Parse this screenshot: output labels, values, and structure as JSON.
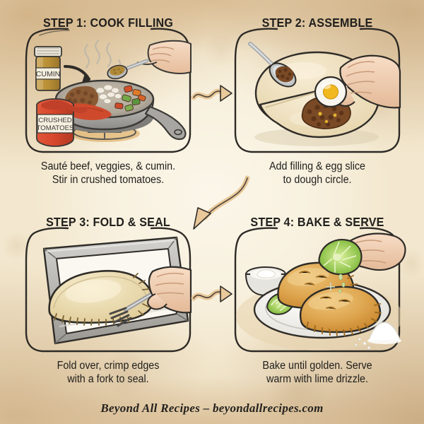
{
  "poster": {
    "footer": "Beyond All Recipes – beyondallrecipes.com",
    "background_color": "#f3e8cf",
    "paper_center_color": "#faf4e6",
    "ink_color": "#24221e",
    "accent_color": "#e8c38a"
  },
  "steps": [
    {
      "title": "STEP 1: COOK FILLING",
      "caption_line1": "Sauté beef, veggies, & cumin.",
      "caption_line2": "Stir in crushed tomatoes.",
      "scene": "skillet-on-stove-with-ground-beef-onion-peppers-tomato-sauce-steam-hand-adding-spoon-of-cumin",
      "labels": {
        "jar": "CUMIN",
        "can_line1": "CRUSHED",
        "can_line2": "TOMATOES"
      },
      "colors": {
        "beef": "#8a5a34",
        "tomato": "#cf4a2c",
        "pepper_green": "#6f9a4a",
        "onion": "#efe7dc",
        "pan": "#9b9b99",
        "cumin": "#b08a3a"
      }
    },
    {
      "title": "STEP 2: ASSEMBLE",
      "caption_line1": "Add filling & egg slice",
      "caption_line2": "to dough circle.",
      "scene": "two-dough-circles-spoon-of-beef-filling-hand-placing-boiled-egg-slice",
      "colors": {
        "dough": "#f0e3c4",
        "filling": "#7a4a26",
        "egg_white": "#f8f6ef",
        "egg_yolk": "#f2b81f",
        "spoon": "#b9bcbd",
        "skin": "#f0cdb2"
      }
    },
    {
      "title": "STEP 3: FOLD & SEAL",
      "caption_line1": "Fold over, crimp edges",
      "caption_line2": "with a fork to seal.",
      "scene": "folded-empanada-on-parchment-lined-baking-sheet-hand-crimping-with-fork",
      "colors": {
        "dough": "#ead9ae",
        "tray": "#b9b7b2",
        "parchment": "#fbf8f1",
        "fork": "#9a9c9d",
        "skin": "#f0cdb2"
      }
    },
    {
      "title": "STEP 4: BAKE & SERVE",
      "caption_line1": "Bake until golden. Serve",
      "caption_line2": "warm with lime drizzle.",
      "scene": "two-baked-golden-empanadas-on-plate-with-lime-wedge-sour-cream-bowl-hand-squeezing-lime-salt-pile",
      "colors": {
        "baked": "#d79b42",
        "baked_light": "#e8bc6c",
        "lime": "#8cc63f",
        "plate": "#f3f1ec",
        "cream": "#f7f5ee",
        "salt": "#ffffff",
        "table": "#e8d3ae"
      }
    }
  ],
  "connectors": [
    {
      "name": "arrow-step1-to-step2",
      "kind": "wavy-arrow-right"
    },
    {
      "name": "arrow-step2-to-step3",
      "kind": "curved-arrow-down-left"
    },
    {
      "name": "arrow-step3-to-step4",
      "kind": "wavy-arrow-right"
    }
  ]
}
